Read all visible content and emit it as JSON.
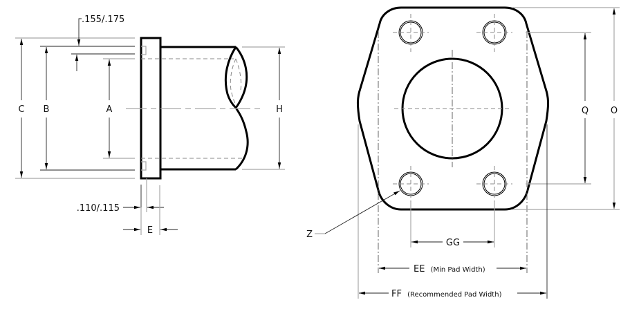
{
  "side_view": {
    "labels": {
      "A": "A",
      "B": "B",
      "C": "C",
      "H": "H",
      "E": "E"
    },
    "callouts": {
      "groove_width": ".155/.175",
      "flange_offset": ".110/.115"
    }
  },
  "front_view": {
    "labels": {
      "Q": "Q",
      "O": "O",
      "GG": "GG",
      "Z": "Z",
      "EE": "EE",
      "FF": "FF"
    },
    "notes": {
      "EE": "(Min Pad Width)",
      "FF": "(Recommended Pad Width)"
    }
  },
  "colors": {
    "outline": "#000000",
    "extension_line": "#a8a8a8",
    "background": "#ffffff"
  }
}
